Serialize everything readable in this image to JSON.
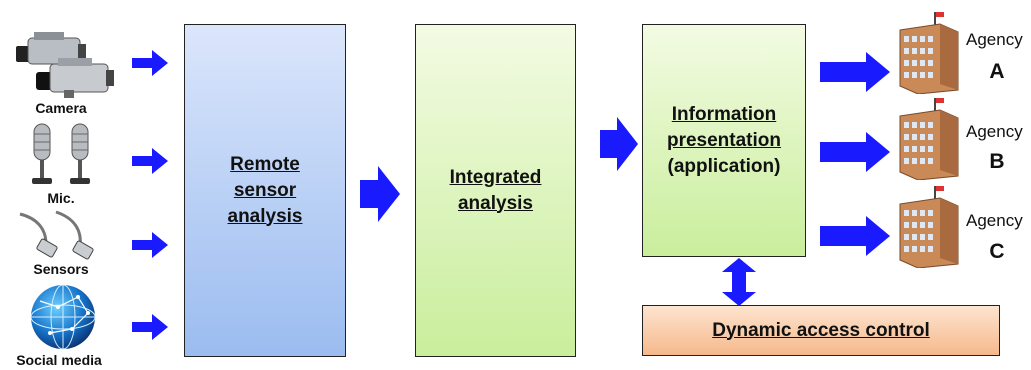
{
  "sources": [
    {
      "label": "Camera",
      "icon": "camera-icon"
    },
    {
      "label": "Mic.",
      "icon": "microphone-icon"
    },
    {
      "label": "Sensors",
      "icon": "sensor-cable-icon"
    },
    {
      "label": "Social media",
      "icon": "globe-icon"
    }
  ],
  "boxes": {
    "remote": {
      "line1": "Remote",
      "line2": "sensor",
      "line3": "analysis"
    },
    "integrated": {
      "line1": "Integrated",
      "line2": "analysis"
    },
    "info": {
      "line1": "Information",
      "line2": "presentation",
      "line3": "(application)"
    },
    "dynamic": {
      "label": "Dynamic access control"
    }
  },
  "agencies": [
    {
      "word": "Agency",
      "letter": "A"
    },
    {
      "word": "Agency",
      "letter": "B"
    },
    {
      "word": "Agency",
      "letter": "C"
    }
  ],
  "colors": {
    "arrow": "#1a1aff",
    "remote_box_top": "#dbe6fb",
    "remote_box_bottom": "#9bbcf0",
    "green_box_top": "#f3fbe3",
    "green_box_bottom": "#c9ee9c",
    "orange_box_top": "#fde4cf",
    "orange_box_bottom": "#f6b98c"
  }
}
